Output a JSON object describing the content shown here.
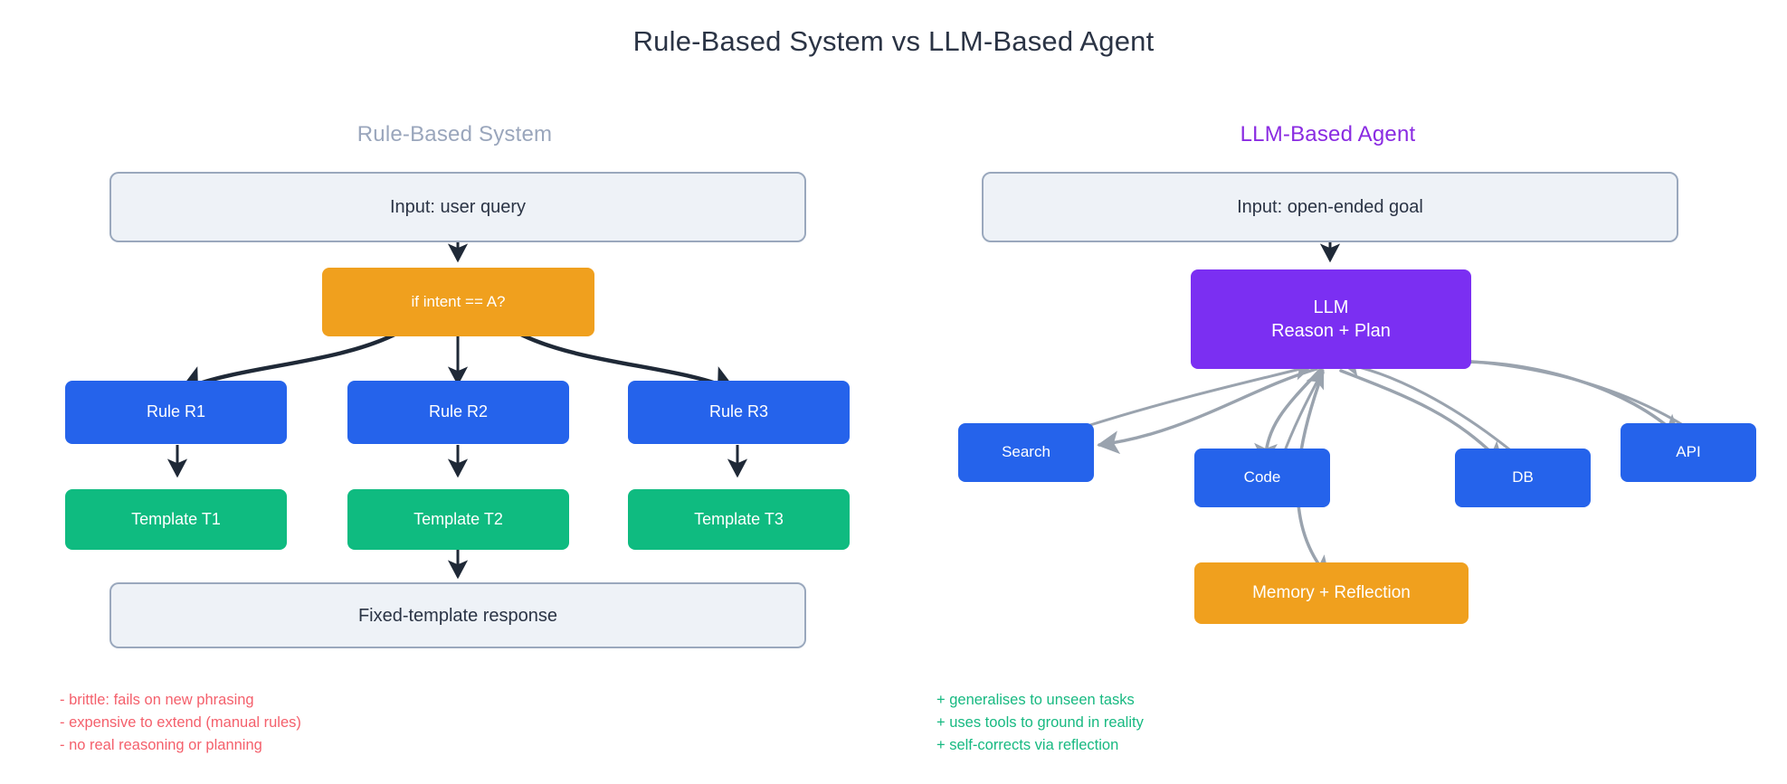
{
  "title": "Rule-Based System vs LLM-Based Agent",
  "colors": {
    "title_text": "#2b3445",
    "left_panel_title": "#9aa6bc",
    "right_panel_title": "#8a2be2",
    "io_fill": "#eef2f7",
    "io_border": "#9aa8bd",
    "rule_blue": "#2563eb",
    "template_green": "#0fbb80",
    "decision_orange": "#f0a01e",
    "llm_purple": "#7b2ff2",
    "memory_orange": "#f0a01e",
    "negative_red": "#f4606c",
    "positive_green": "#17b981",
    "dark_arrow": "#1f2937",
    "gray_arrow": "#9aa3ae"
  },
  "left_panel": {
    "heading": "Rule-Based System",
    "input": "Input: user query",
    "decision": "if intent == A?",
    "rules": [
      "Rule R1",
      "Rule R2",
      "Rule R3"
    ],
    "templates": [
      "Template T1",
      "Template T2",
      "Template T3"
    ],
    "output": "Fixed-template response",
    "notes": [
      "- brittle: fails on new phrasing",
      "- expensive to extend (manual rules)",
      "- no real reasoning or planning"
    ]
  },
  "right_panel": {
    "heading": "LLM-Based Agent",
    "input": "Input: open-ended goal",
    "llm_line1": "LLM",
    "llm_line2": "Reason + Plan",
    "tools": [
      "Search",
      "Code",
      "DB",
      "API"
    ],
    "memory": "Memory + Reflection",
    "notes": [
      "+ generalises to unseen tasks",
      "+ uses tools to ground in reality",
      "+ self-corrects via reflection"
    ]
  }
}
